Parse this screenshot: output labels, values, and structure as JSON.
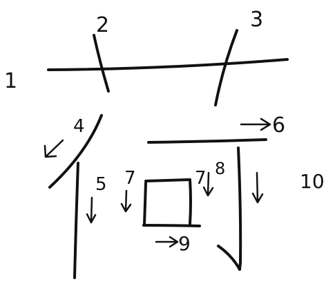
{
  "labels": {
    "l1": "1",
    "l2": "2",
    "l3": "3",
    "l4": "4",
    "l5": "5",
    "l6": "6",
    "l7": "7",
    "l7b": "7",
    "l8": "8",
    "l9": "9",
    "l10": "10"
  },
  "colors": {
    "ink": "#111111",
    "background": "#ffffff"
  }
}
